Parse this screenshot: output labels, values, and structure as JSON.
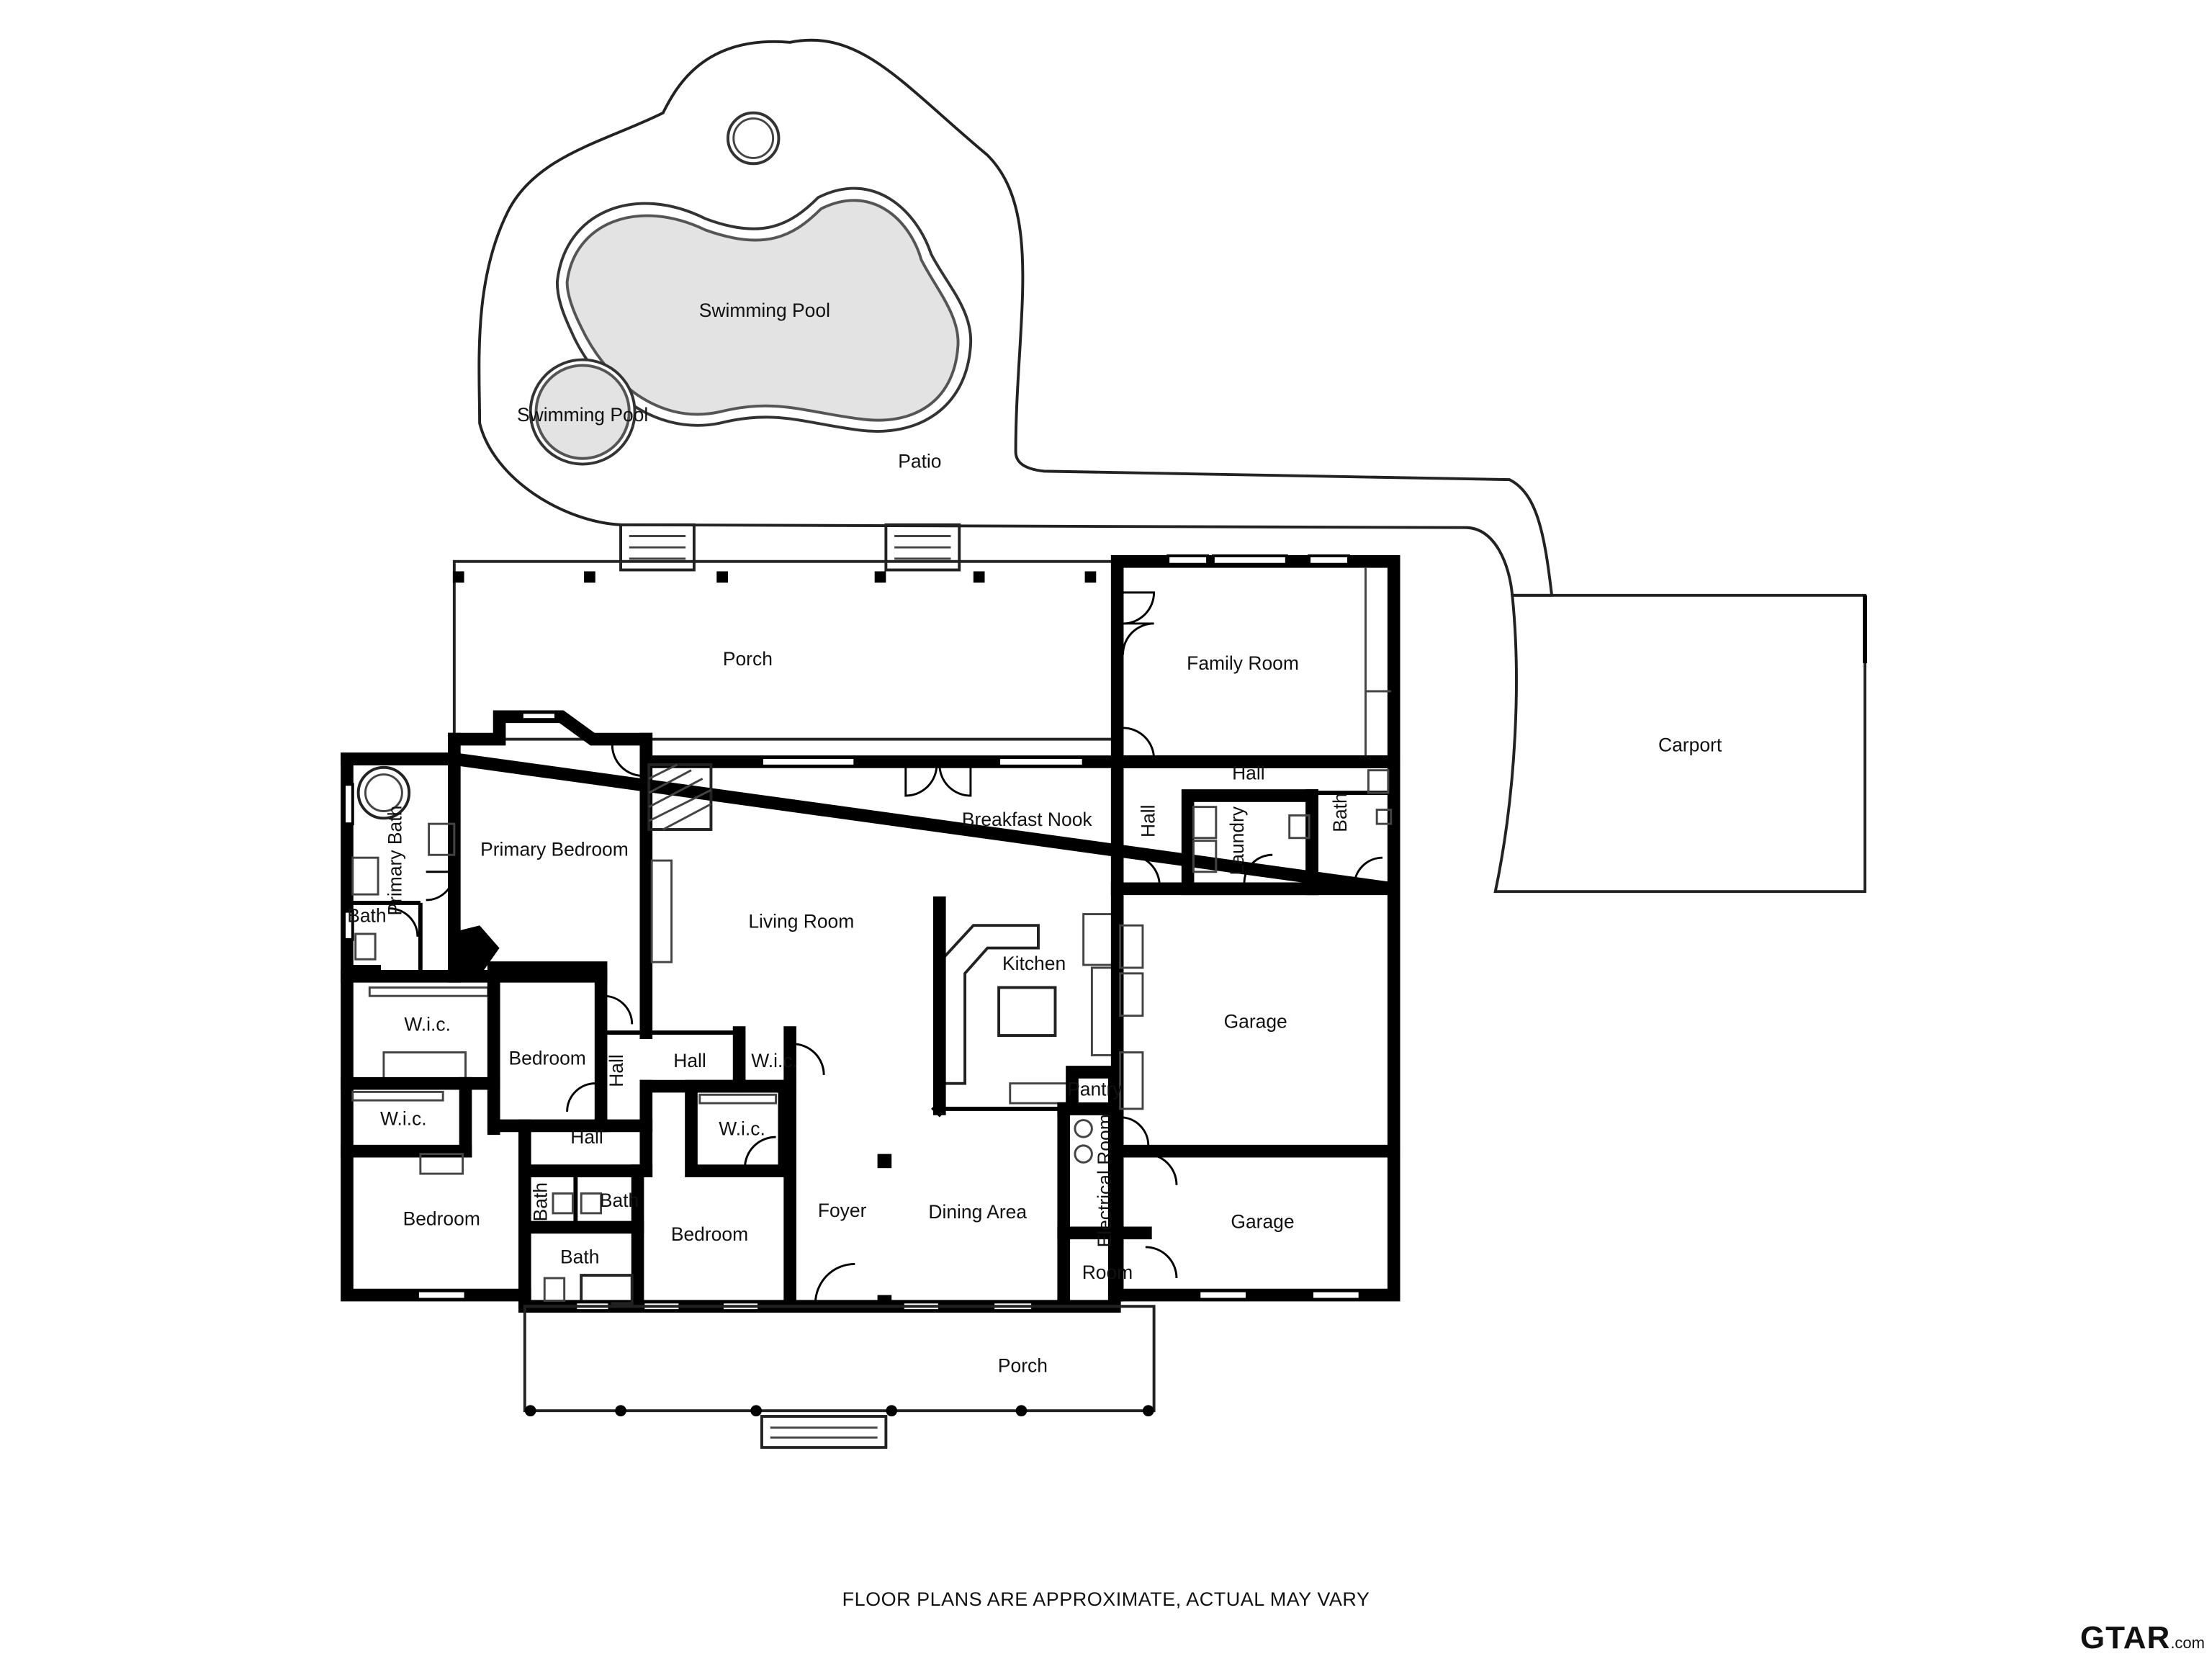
{
  "rooms": {
    "pool_large": "Swimming Pool",
    "pool_small": "Swimming Pool",
    "patio": "Patio",
    "porch_back": "Porch",
    "family_room": "Family Room",
    "carport": "Carport",
    "hall_upper": "Hall",
    "breakfast_nook": "Breakfast Nook",
    "hall_vertical": "Hall",
    "laundry": "Laundry",
    "bath_laundry": "Bath",
    "primary_bath": "Primary Bath",
    "primary_bedroom": "Primary Bedroom",
    "living_room": "Living Room",
    "kitchen": "Kitchen",
    "garage_upper": "Garage",
    "bath_small": "Bath",
    "wic_primary": "W.i.c.",
    "bedroom_middle": "Bedroom",
    "hall_center_vertical": "Hall",
    "hall_center": "Hall",
    "wic_small_center": "W.i.c.",
    "pantry": "Pantry",
    "wic_left_lower": "W.i.c.",
    "hall_lower": "Hall",
    "wic_bedroom": "W.i.c.",
    "electrical_room": "Electrical Room",
    "bath_vertical_left": "Bath",
    "bath_center": "Bath",
    "bedroom_left": "Bedroom",
    "bath_lower": "Bath",
    "bedroom_right": "Bedroom",
    "foyer": "Foyer",
    "dining_area": "Dining Area",
    "garage_lower": "Garage",
    "room": "Room",
    "porch_front": "Porch"
  },
  "footer": {
    "disclaimer": "FLOOR PLANS ARE APPROXIMATE, ACTUAL MAY VARY"
  },
  "logo": {
    "main": "GTAR",
    "suffix": ".com"
  }
}
